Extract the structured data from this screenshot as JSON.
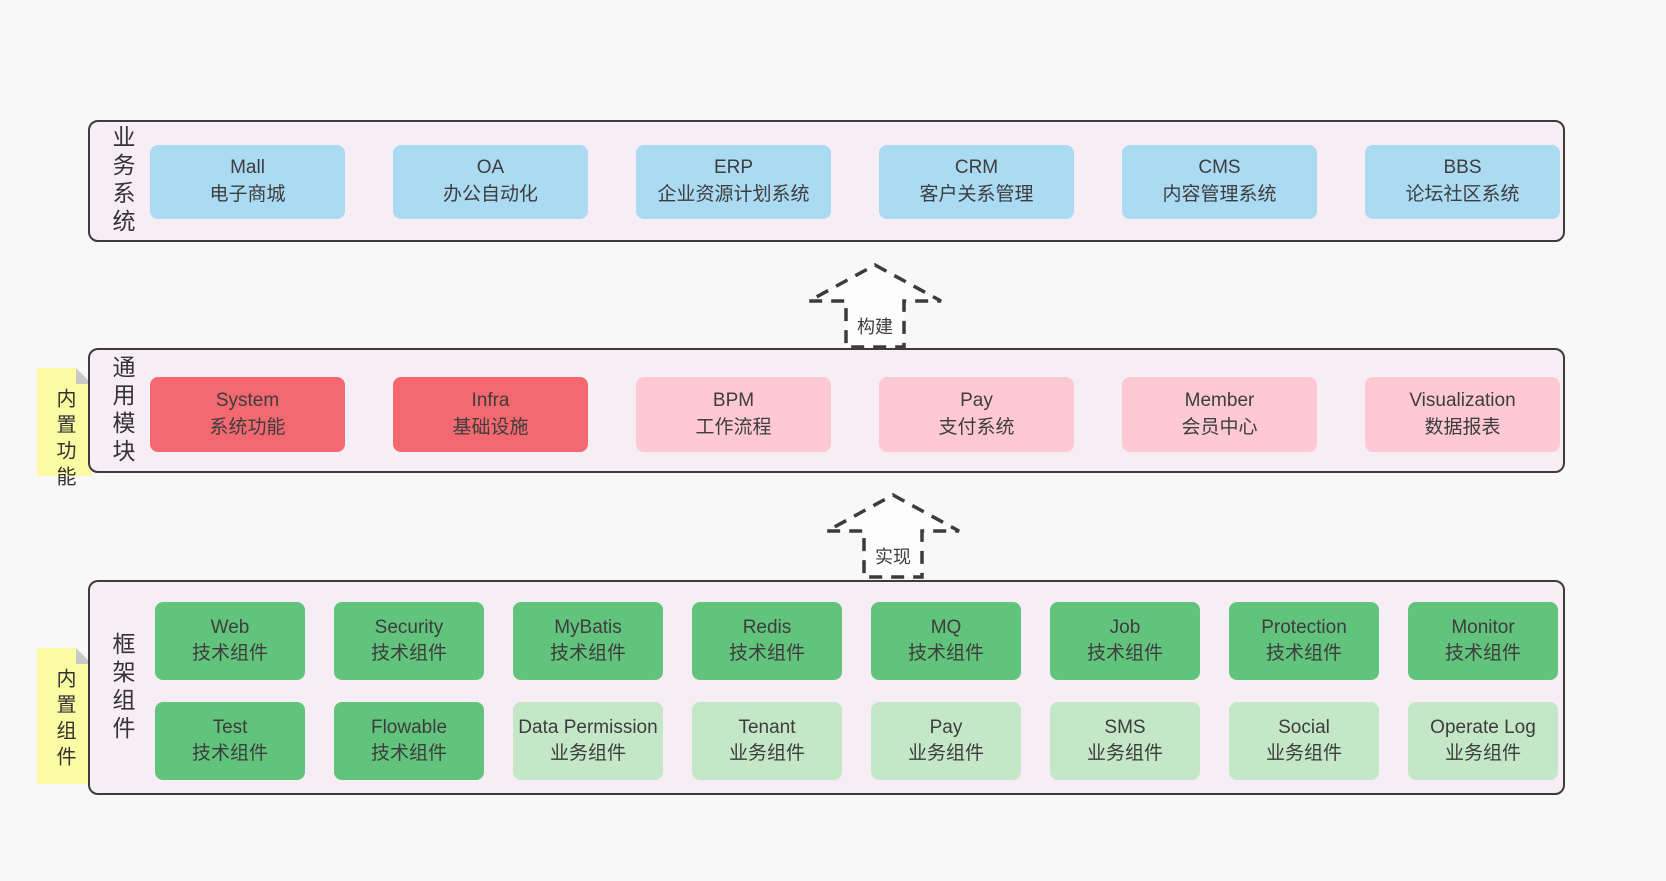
{
  "arrows": {
    "build": "构建",
    "implement": "实现"
  },
  "colors": {
    "background": "#f8f8f8",
    "container_fill": "#f7edf5",
    "container_border": "#3c3c3c",
    "box_blue": "#abdaf3",
    "box_red": "#f4696f",
    "box_pink": "#fec9d3",
    "box_green": "#62c47c",
    "box_light_green": "#c4e7c7",
    "sticky_yellow": "#fbfba3",
    "sticky_fold_gray": "#c8c8c8",
    "text": "#3d3d3d"
  },
  "layers": {
    "business": {
      "label": "业务系统",
      "boxes": [
        {
          "title": "Mall",
          "subtitle": "电子商城"
        },
        {
          "title": "OA",
          "subtitle": "办公自动化"
        },
        {
          "title": "ERP",
          "subtitle": "企业资源计划系统"
        },
        {
          "title": "CRM",
          "subtitle": "客户关系管理"
        },
        {
          "title": "CMS",
          "subtitle": "内容管理系统"
        },
        {
          "title": "BBS",
          "subtitle": "论坛社区系统"
        }
      ]
    },
    "modules": {
      "label": "通用模块",
      "sticky": "内置功能",
      "boxes": [
        {
          "title": "System",
          "subtitle": "系统功能",
          "variant": "red"
        },
        {
          "title": "Infra",
          "subtitle": "基础设施",
          "variant": "red"
        },
        {
          "title": "BPM",
          "subtitle": "工作流程",
          "variant": "pink"
        },
        {
          "title": "Pay",
          "subtitle": "支付系统",
          "variant": "pink"
        },
        {
          "title": "Member",
          "subtitle": "会员中心",
          "variant": "pink"
        },
        {
          "title": "Visualization",
          "subtitle": "数据报表",
          "variant": "pink"
        }
      ]
    },
    "framework": {
      "label": "框架组件",
      "sticky": "内置组件",
      "row1": [
        {
          "title": "Web",
          "subtitle": "技术组件",
          "variant": "green"
        },
        {
          "title": "Security",
          "subtitle": "技术组件",
          "variant": "green"
        },
        {
          "title": "MyBatis",
          "subtitle": "技术组件",
          "variant": "green"
        },
        {
          "title": "Redis",
          "subtitle": "技术组件",
          "variant": "green"
        },
        {
          "title": "MQ",
          "subtitle": "技术组件",
          "variant": "green"
        },
        {
          "title": "Job",
          "subtitle": "技术组件",
          "variant": "green"
        },
        {
          "title": "Protection",
          "subtitle": "技术组件",
          "variant": "green"
        },
        {
          "title": "Monitor",
          "subtitle": "技术组件",
          "variant": "green"
        }
      ],
      "row2": [
        {
          "title": "Test",
          "subtitle": "技术组件",
          "variant": "green"
        },
        {
          "title": "Flowable",
          "subtitle": "技术组件",
          "variant": "green"
        },
        {
          "title": "Data Permission",
          "subtitle": "业务组件",
          "variant": "lightgreen"
        },
        {
          "title": "Tenant",
          "subtitle": "业务组件",
          "variant": "lightgreen"
        },
        {
          "title": "Pay",
          "subtitle": "业务组件",
          "variant": "lightgreen"
        },
        {
          "title": "SMS",
          "subtitle": "业务组件",
          "variant": "lightgreen"
        },
        {
          "title": "Social",
          "subtitle": "业务组件",
          "variant": "lightgreen"
        },
        {
          "title": "Operate Log",
          "subtitle": "业务组件",
          "variant": "lightgreen"
        }
      ]
    }
  }
}
